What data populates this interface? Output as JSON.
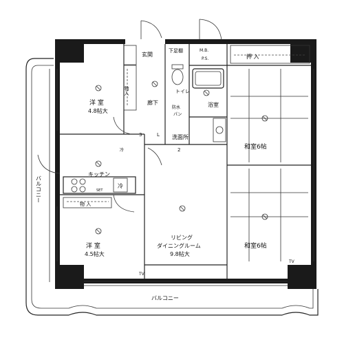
{
  "rooms": {
    "western1_name": "洋 室",
    "western1_size": "4.8帖大",
    "western2_name": "洋 室",
    "western2_size": "4.5帖大",
    "japanese1_name": "和室6帖",
    "japanese2_name": "和室6帖",
    "living_name": "リビング",
    "living_sub": "ダイニングルーム",
    "living_size": "9.8帖大",
    "kitchen": "キッチン",
    "bath": "浴室",
    "washroom": "洗面所",
    "toilet": "トイレ",
    "hallway": "廊下",
    "entrance": "玄関"
  },
  "fixtures": {
    "storage_v": "物入",
    "storage_h": "物 入",
    "oshiire": "押 入",
    "shoe_box": "下足棚",
    "ms": "M.B.",
    "ps": "P.S.",
    "pan": "防水",
    "pan2": "パン",
    "refrigerator": "冷",
    "tv1": "TV",
    "tv2": "TV",
    "ref2": "冷",
    "set": "SET",
    "l_mark": "L",
    "num3": "3",
    "num2": "2"
  },
  "balcony": {
    "bottom": "バルコニー",
    "left": "バルコニー"
  }
}
